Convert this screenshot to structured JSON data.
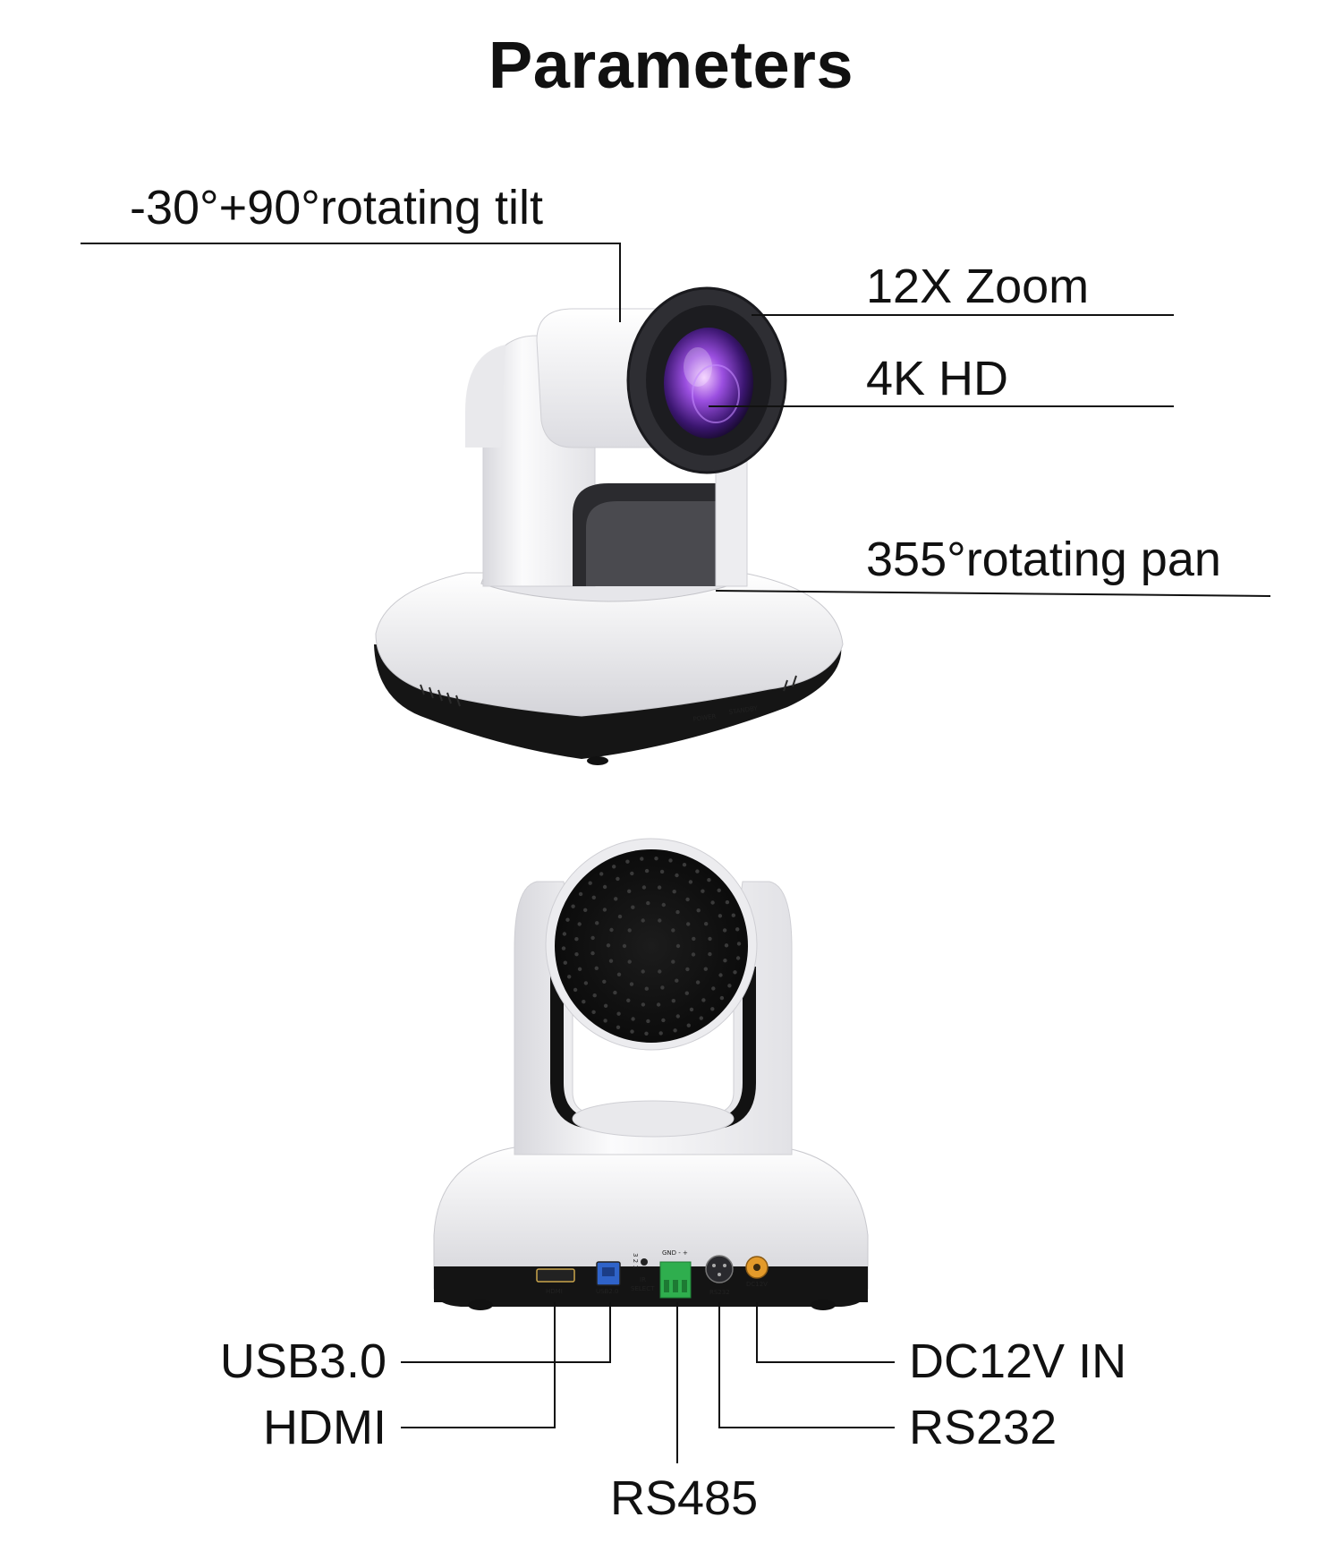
{
  "title": "Parameters",
  "front_view": {
    "callouts": {
      "tilt": "-30°+90°rotating tilt",
      "zoom": "12X Zoom",
      "resolution": "4K HD",
      "pan": "355°rotating pan"
    },
    "base_labels": {
      "power": "POWER",
      "standby": "STANDBY"
    }
  },
  "rear_view": {
    "callouts": {
      "usb": "USB3.0",
      "hdmi": "HDMI",
      "rs485": "RS485",
      "dc": "DC12V IN",
      "rs232": "RS232"
    },
    "port_labels": {
      "hdmi": "HDMI",
      "usb": "USB2.0",
      "ir_select": "IR",
      "ir_select_2": "SELECT",
      "ir_digits": "3 2 1",
      "gnd": "GND - +",
      "rs232": "RS232",
      "dc": "DC12V"
    }
  },
  "colors": {
    "body_white": "#f4f4f6",
    "body_shadow": "#cfcfd4",
    "dark": "#1a1a1a",
    "lens_purple": "#8a3fd1",
    "terminal_green": "#2fae4e",
    "dc_orange": "#e39a2a",
    "usb_blue": "#2f63c9",
    "leader_line": "#111111"
  }
}
